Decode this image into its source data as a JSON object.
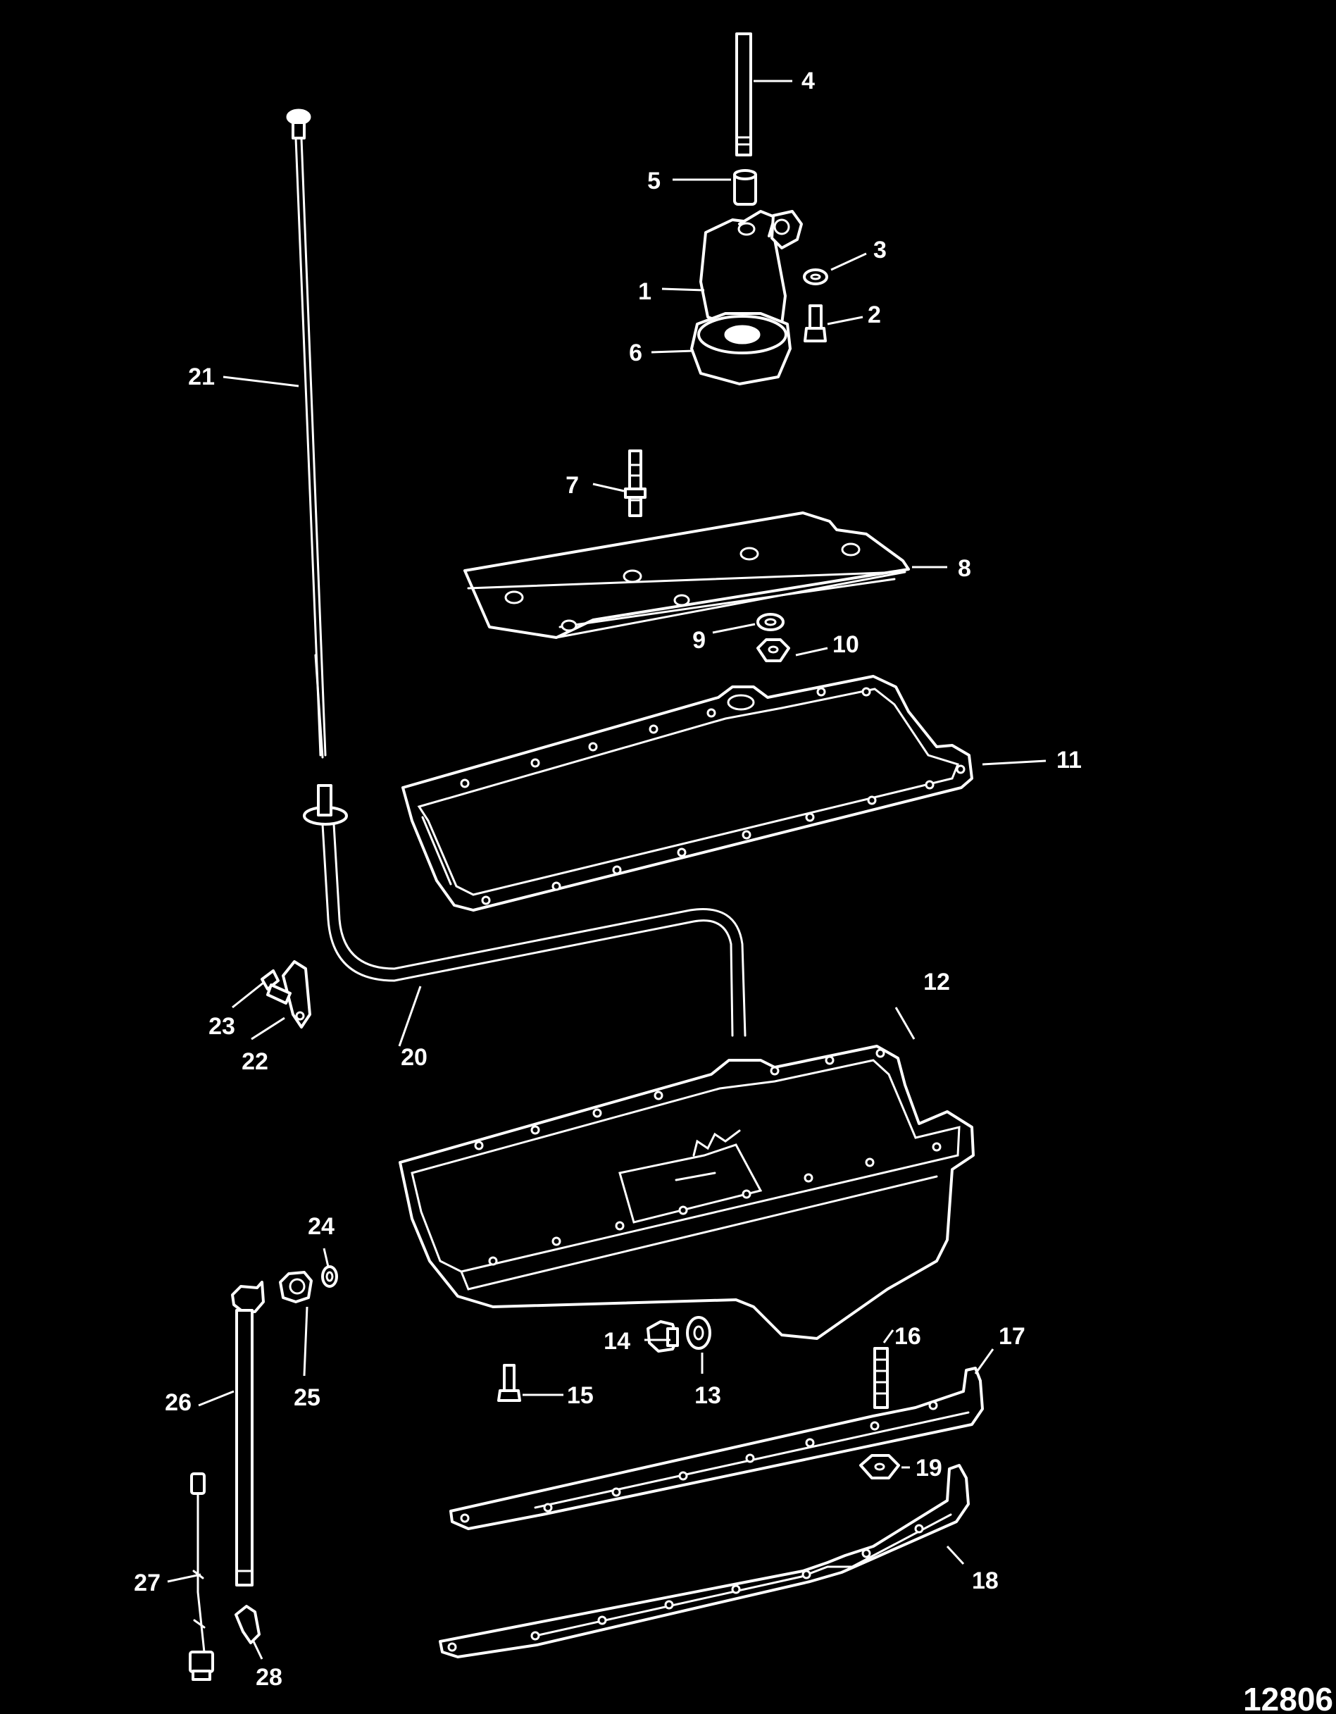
{
  "diagram": {
    "figure_id": "12806",
    "callouts": [
      "1",
      "2",
      "3",
      "4",
      "5",
      "6",
      "7",
      "8",
      "9",
      "10",
      "11",
      "12",
      "13",
      "14",
      "15",
      "16",
      "17",
      "18",
      "19",
      "20",
      "21",
      "22",
      "23",
      "24",
      "25",
      "26",
      "27",
      "28"
    ]
  },
  "colors": {
    "background": "#000000",
    "linework": "#ffffff"
  }
}
